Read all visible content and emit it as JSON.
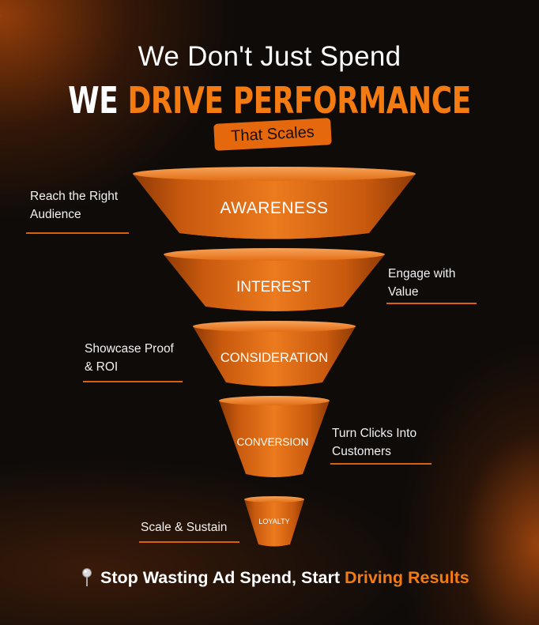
{
  "header": {
    "line1": "We Don't Just Spend",
    "line2_part1": "WE",
    "line2_part2": "DRIVE PERFORMANCE",
    "tag": "That Scales"
  },
  "funnel": {
    "stages": [
      {
        "label": "AWARENESS",
        "note": "Reach the Right Audience",
        "note_line1": "Reach the Right",
        "note_line2": "Audience",
        "note_side": "left"
      },
      {
        "label": "INTEREST",
        "note": "Engage with Value",
        "note_line1": "Engage with",
        "note_line2": "Value",
        "note_side": "right"
      },
      {
        "label": "CONSIDERATION",
        "note": "Showcase Proof & ROI",
        "note_line1": "Showcase Proof",
        "note_line2": "& ROI",
        "note_side": "left"
      },
      {
        "label": "CONVERSION",
        "note": "Turn Clicks Into Customers",
        "note_line1": "Turn Clicks Into",
        "note_line2": "Customers",
        "note_side": "right"
      },
      {
        "label": "LOYALTY",
        "note": "Scale & Sustain",
        "note_line1": "Scale & Sustain",
        "note_line2": "",
        "note_side": "left"
      }
    ]
  },
  "footer": {
    "icon": "pin-icon",
    "text_main": "Stop Wasting Ad Spend, Start",
    "text_highlight": "Driving Results"
  },
  "colors": {
    "accent": "#f47a12",
    "funnel_dark": "#a8470a",
    "funnel_light": "#ef7a1e",
    "background": "#0e0b09"
  }
}
